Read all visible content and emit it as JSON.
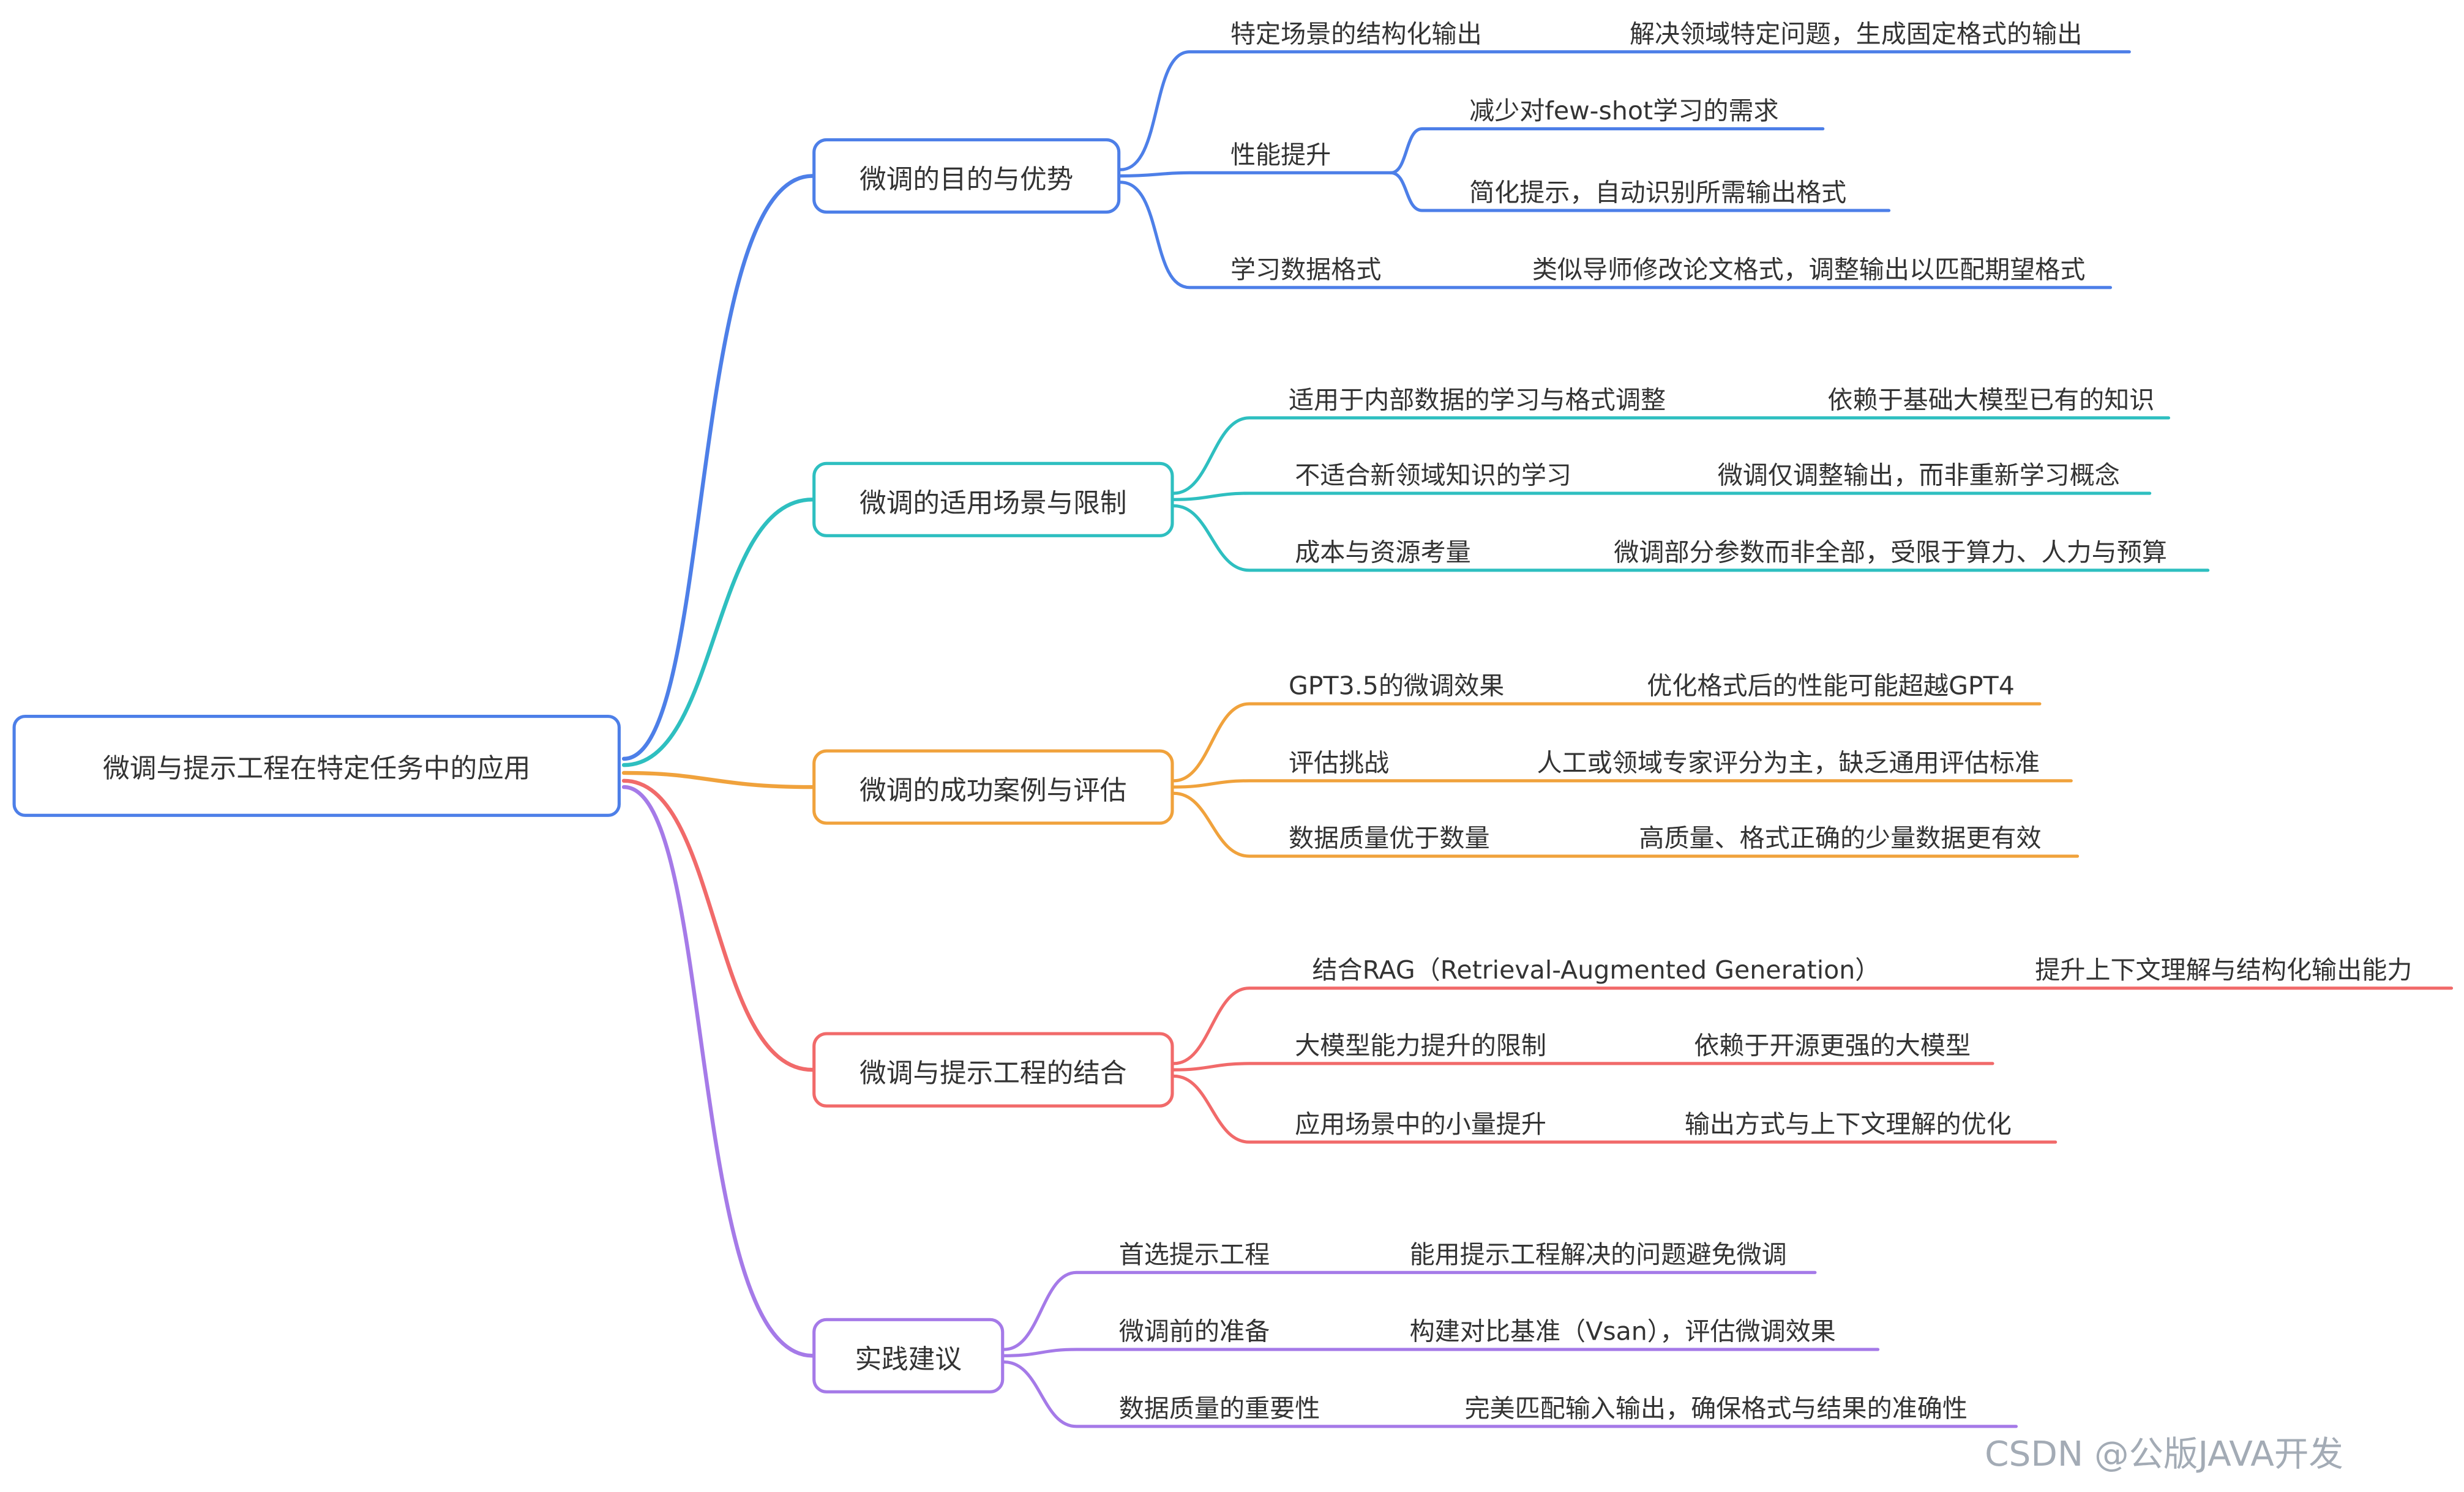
{
  "root": {
    "label": "微调与提示工程在特定任务中的应用"
  },
  "watermark": "CSDN @公版JAVA开发",
  "colors": {
    "branch_purpose": "#4d7fe8",
    "branch_scenarios": "#2ebfc0",
    "branch_cases": "#f0a23c",
    "branch_combination": "#f16a6a",
    "branch_practice": "#a57ae8",
    "text": "#333333"
  },
  "branches": [
    {
      "label": "微调的目的与优势",
      "color": "#4d7fe8",
      "leaves": [
        {
          "label": "特定场景的结构化输出",
          "children": [
            {
              "label": "解决领域特定问题，生成固定格式的输出"
            }
          ]
        },
        {
          "label": "性能提升",
          "children": [
            {
              "label": "减少对few-shot学习的需求"
            },
            {
              "label": "简化提示，自动识别所需输出格式"
            }
          ]
        },
        {
          "label": "学习数据格式",
          "children": [
            {
              "label": "类似导师修改论文格式，调整输出以匹配期望格式"
            }
          ]
        }
      ]
    },
    {
      "label": "微调的适用场景与限制",
      "color": "#2ebfc0",
      "leaves": [
        {
          "label": "适用于内部数据的学习与格式调整",
          "children": [
            {
              "label": "依赖于基础大模型已有的知识"
            }
          ]
        },
        {
          "label": "不适合新领域知识的学习",
          "children": [
            {
              "label": "微调仅调整输出，而非重新学习概念"
            }
          ]
        },
        {
          "label": "成本与资源考量",
          "children": [
            {
              "label": "微调部分参数而非全部，受限于算力、人力与预算"
            }
          ]
        }
      ]
    },
    {
      "label": "微调的成功案例与评估",
      "color": "#f0a23c",
      "leaves": [
        {
          "label": "GPT3.5的微调效果",
          "children": [
            {
              "label": "优化格式后的性能可能超越GPT4"
            }
          ]
        },
        {
          "label": "评估挑战",
          "children": [
            {
              "label": "人工或领域专家评分为主，缺乏通用评估标准"
            }
          ]
        },
        {
          "label": "数据质量优于数量",
          "children": [
            {
              "label": "高质量、格式正确的少量数据更有效"
            }
          ]
        }
      ]
    },
    {
      "label": "微调与提示工程的结合",
      "color": "#f16a6a",
      "leaves": [
        {
          "label": "结合RAG（Retrieval-Augmented Generation）",
          "children": [
            {
              "label": "提升上下文理解与结构化输出能力"
            }
          ]
        },
        {
          "label": "大模型能力提升的限制",
          "children": [
            {
              "label": "依赖于开源更强的大模型"
            }
          ]
        },
        {
          "label": "应用场景中的小量提升",
          "children": [
            {
              "label": "输出方式与上下文理解的优化"
            }
          ]
        }
      ]
    },
    {
      "label": "实践建议",
      "color": "#a57ae8",
      "leaves": [
        {
          "label": "首选提示工程",
          "children": [
            {
              "label": "能用提示工程解决的问题避免微调"
            }
          ]
        },
        {
          "label": "微调前的准备",
          "children": [
            {
              "label": "构建对比基准（Vsan），评估微调效果"
            }
          ]
        },
        {
          "label": "数据质量的重要性",
          "children": [
            {
              "label": "完美匹配输入输出，确保格式与结果的准确性"
            }
          ]
        }
      ]
    }
  ]
}
